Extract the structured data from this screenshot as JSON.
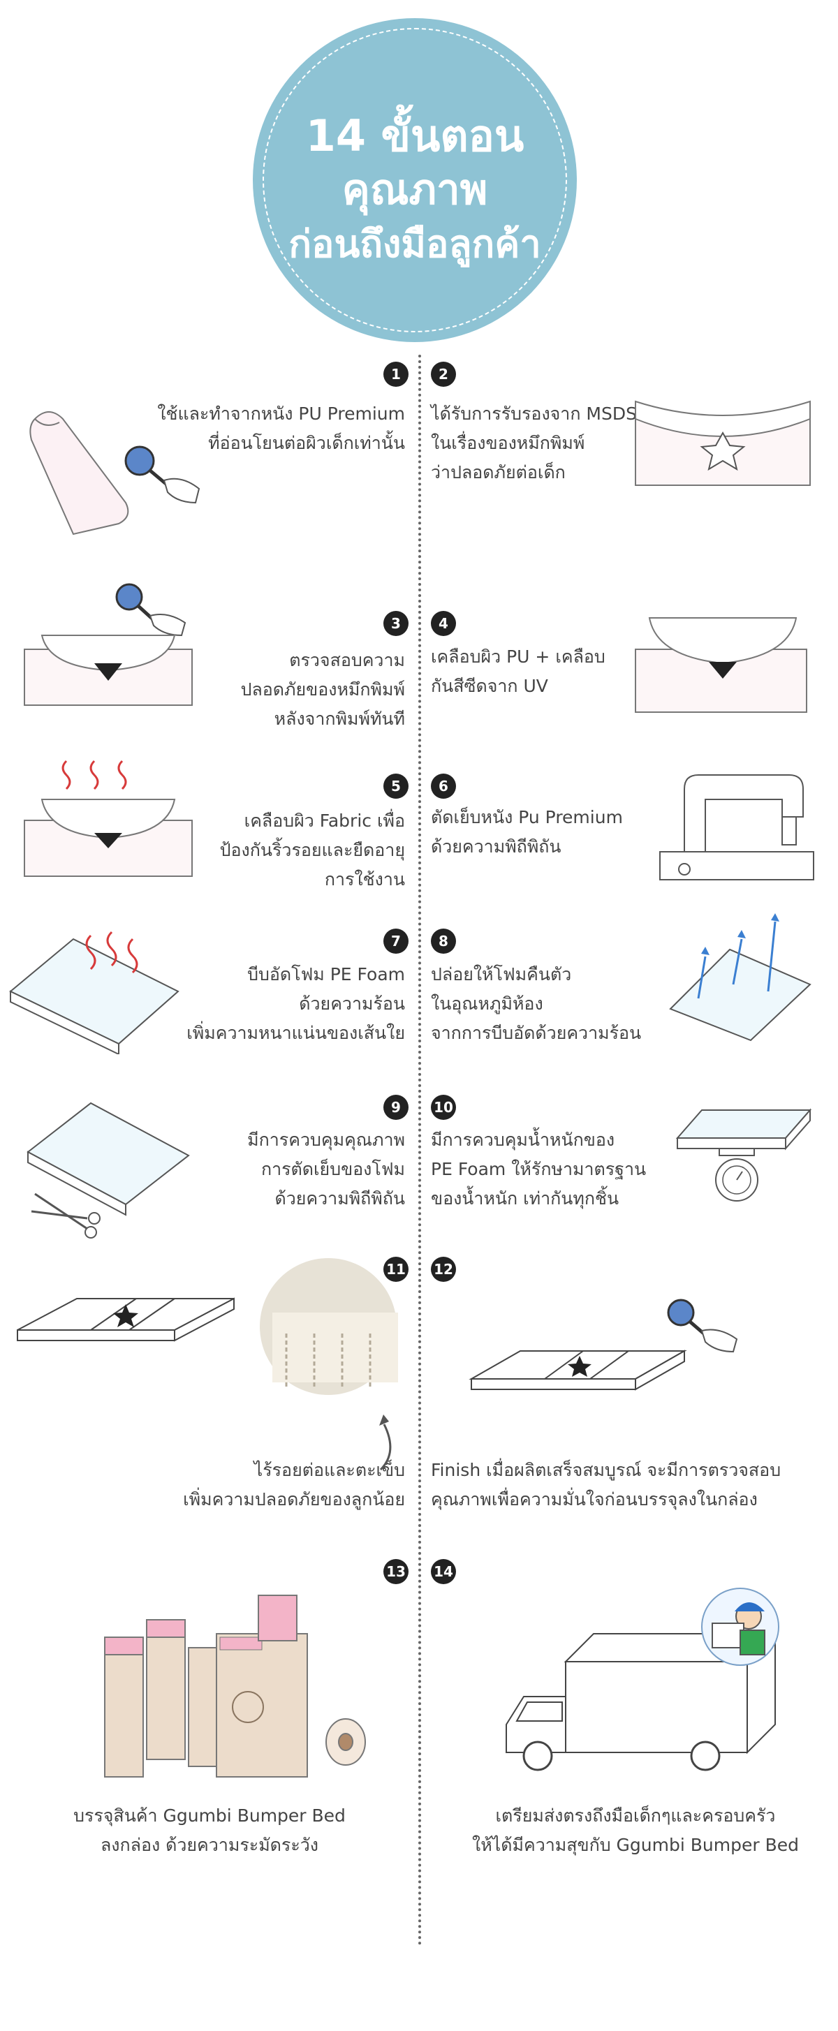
{
  "header": {
    "line1": "14 ขั้นตอน",
    "line2": "คุณภาพ",
    "line3": "ก่อนถึงมือลูกค้า"
  },
  "colors": {
    "hero_circle": "#8ec3d4",
    "box_pink": "#f3b4c8",
    "box_tan": "#ecdccb",
    "arrow_blue": "#3b7fd1",
    "heat_red": "#d73a3a"
  },
  "steps": [
    {
      "number": "1",
      "text": [
        "ใช้และทำจากหนัง PU Premium",
        "ที่อ่อนโยนต่อผิวเด็กเท่านั้น"
      ]
    },
    {
      "number": "2",
      "text": [
        "ได้รับการรับรองจาก MSDS",
        "ในเรื่องของหมึกพิมพ์",
        "ว่าปลอดภัยต่อเด็ก"
      ]
    },
    {
      "number": "3",
      "text": [
        "ตรวจสอบความ",
        "ปลอดภัยของหมึกพิมพ์",
        "หลังจากพิมพ์ทันที"
      ]
    },
    {
      "number": "4",
      "text": [
        "เคลือบผิว PU + เคลือบ",
        "กันสีซีดจาก UV"
      ]
    },
    {
      "number": "5",
      "text": [
        "เคลือบผิว Fabric เพื่อ",
        "ป้องกันริ้วรอยและยืดอายุ",
        "การใช้งาน"
      ]
    },
    {
      "number": "6",
      "text": [
        "ตัดเย็บหนัง Pu Premium",
        "ด้วยความพิถีพิถัน"
      ]
    },
    {
      "number": "7",
      "text": [
        "บีบอัดโฟม PE Foam",
        "ด้วยความร้อน",
        "เพิ่มความหนาแน่นของเส้นใย"
      ]
    },
    {
      "number": "8",
      "text": [
        "ปล่อยให้โฟมคืนตัว",
        "ในอุณหภูมิห้อง",
        "จากการบีบอัดด้วยความร้อน"
      ]
    },
    {
      "number": "9",
      "text": [
        "มีการควบคุมคุณภาพ",
        "การตัดเย็บของโฟม",
        "ด้วยความพิถีพิถัน"
      ]
    },
    {
      "number": "10",
      "text": [
        "มีการควบคุมน้ำหนักของ",
        "PE Foam ให้รักษามาตรฐาน",
        "ของน้ำหนัก เท่ากันทุกชิ้น"
      ]
    },
    {
      "number": "11",
      "text": [
        "ไร้รอยต่อและตะเข็บ",
        "เพิ่มความปลอดภัยของลูกน้อย"
      ]
    },
    {
      "number": "12",
      "text": [
        "Finish เมื่อผลิตเสร็จสมบูรณ์ จะมีการตรวจสอบ",
        "คุณภาพเพื่อความมั่นใจก่อนบรรจุลงในกล่อง"
      ]
    },
    {
      "number": "13",
      "text": [
        "บรรจุสินค้า Ggumbi Bumper Bed",
        "ลงกล่อง ด้วยความระมัดระวัง"
      ]
    },
    {
      "number": "14",
      "text": [
        "เตรียมส่งตรงถึงมือเด็กๆและครอบครัว",
        "ให้ได้มีความสุขกับ Ggumbi Bumper Bed"
      ]
    }
  ]
}
